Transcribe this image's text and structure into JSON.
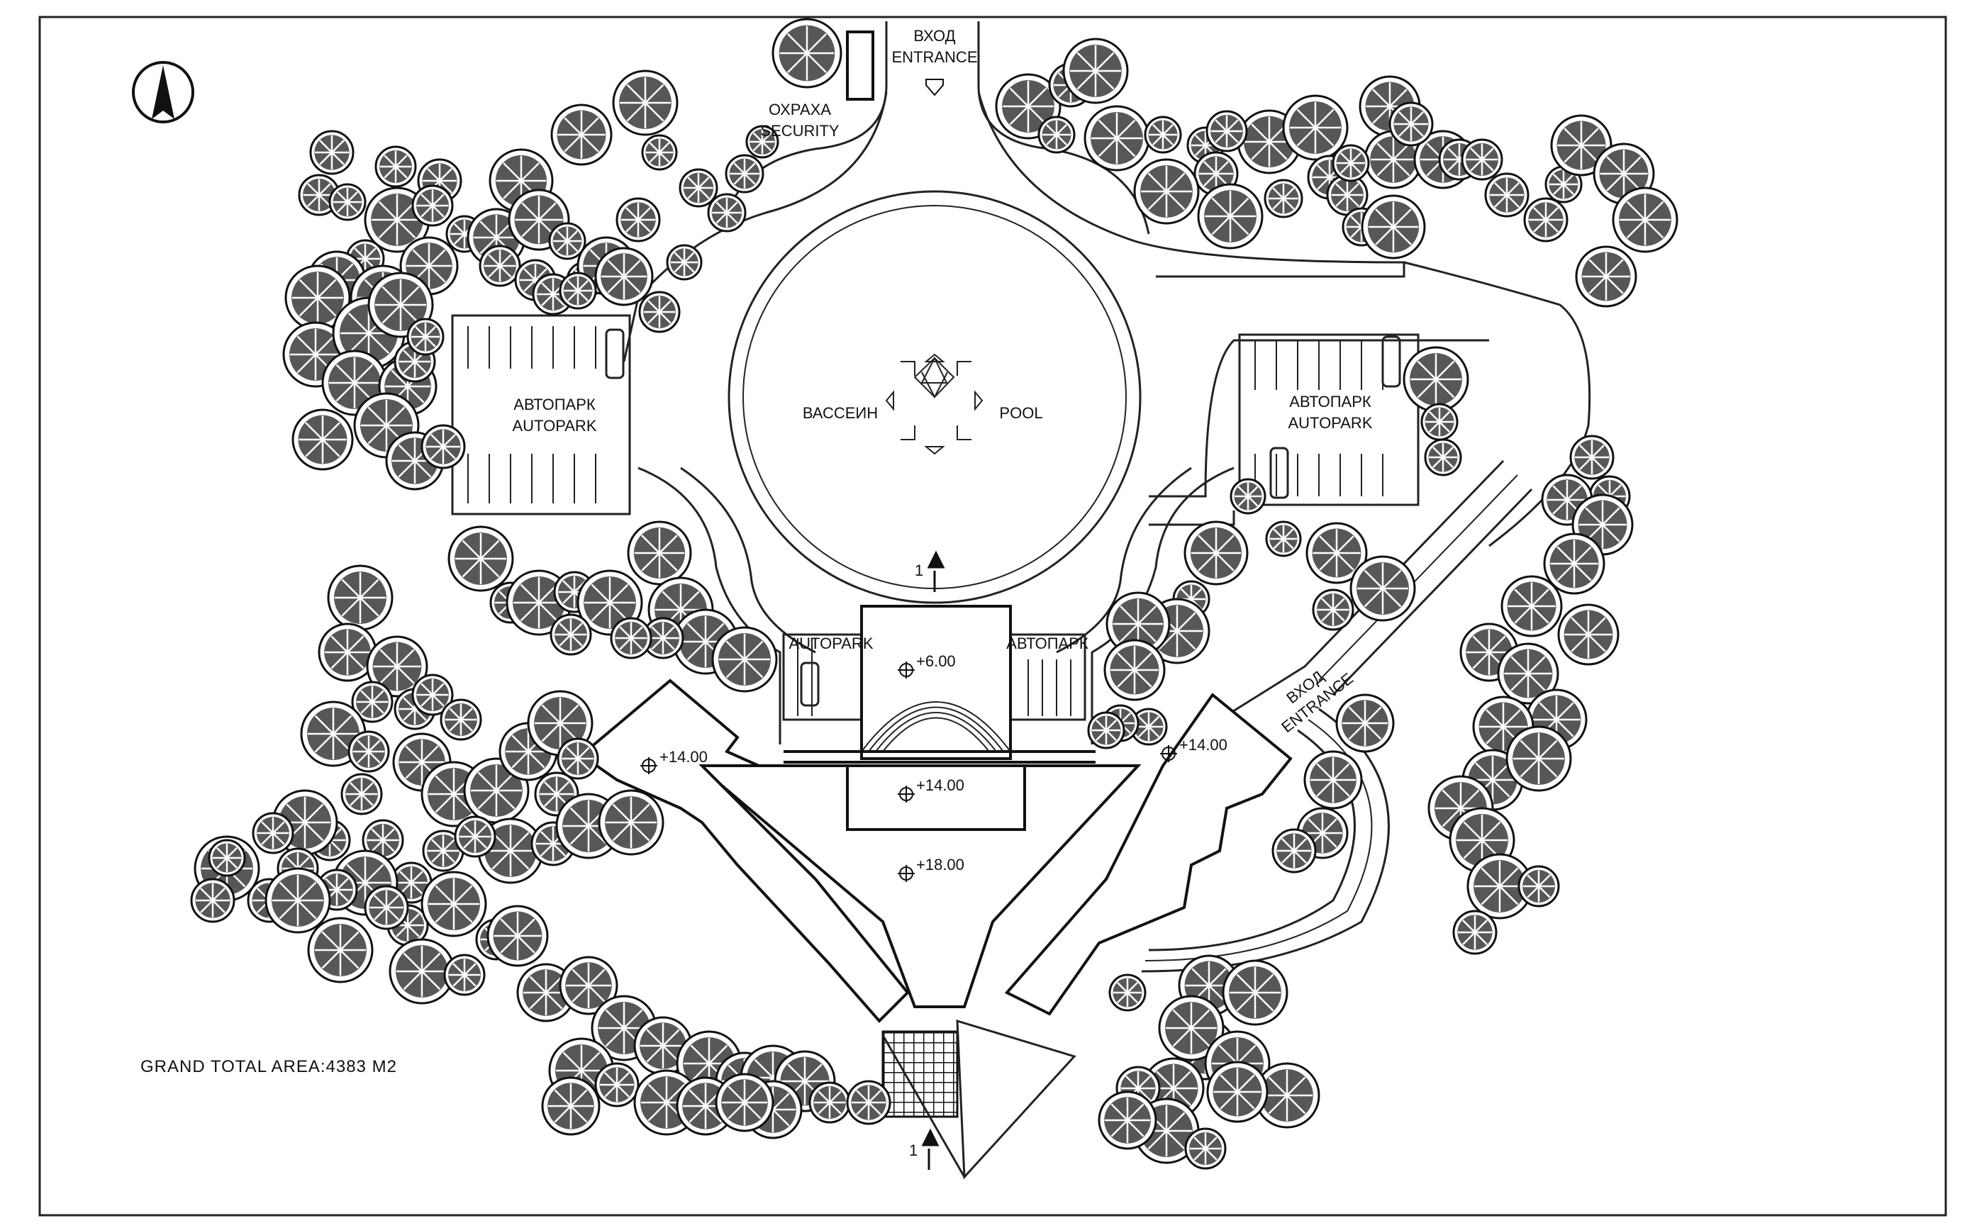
{
  "drawing": {
    "north_arrow": "north-arrow-icon",
    "entrance_top": {
      "ru": "ВХОД",
      "en": "ENTRANCE"
    },
    "security": {
      "ru": "ОХРАХА",
      "en": "SECURITY"
    },
    "entrance_right": {
      "ru": "ВХОД",
      "en": "ENTRANCE"
    },
    "parking_left": {
      "ru": "АВТОПАРК",
      "en": "AUTOPARK"
    },
    "parking_right": {
      "ru": "АВТОПАРК",
      "en": "AUTOPARK"
    },
    "pool_ru": "ВАССЕИН",
    "pool_en": "POOL",
    "small_parking_left": "AUTOPARK",
    "small_parking_right": "АВТОПАРК",
    "levels": {
      "lobby": "+6.00",
      "center": "+14.00",
      "left_wing": "+14.00",
      "right_wing": "+14.00",
      "atrium": "+18.00"
    },
    "section_mark_1": "1",
    "section_mark_2": "1",
    "grand_total": "GRAND TOTAL AREA:4383 M2"
  },
  "colors": {
    "ink": "#222222",
    "paper": "#ffffff",
    "tree_fill": "#3a3a3a"
  }
}
